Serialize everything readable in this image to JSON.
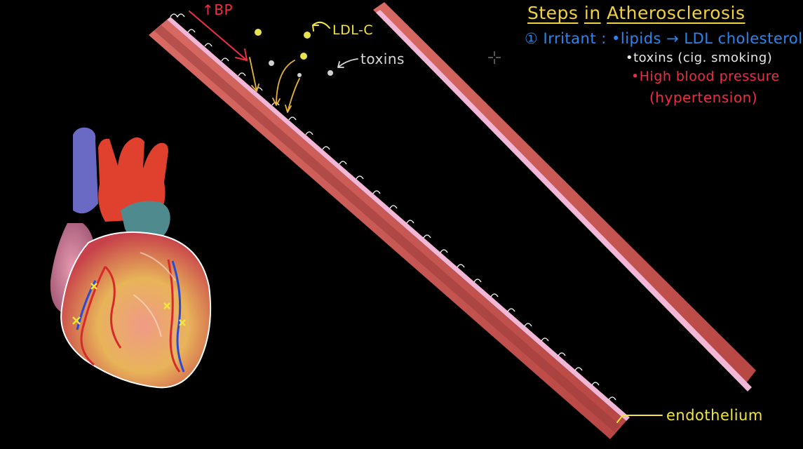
{
  "title": {
    "steps": "Steps",
    "in": "in",
    "topic": "Atherosclerosis"
  },
  "notes": {
    "line1": "① Irritant : •lipids → LDL cholesterol",
    "line2": "•toxins (cig. smoking)",
    "line3": "•High blood pressure",
    "line4": "(hypertension)"
  },
  "labels": {
    "bp": "↑BP",
    "ldl": "LDL-C",
    "toxins": "toxins",
    "endothelium": "endothelium"
  },
  "icons": {
    "heart": "heart-illustration",
    "cursor": "crosshair-cursor"
  },
  "colors": {
    "background": "#000000",
    "title": "#f0d23a",
    "irritant": "#2a86f0",
    "toxins_note": "#e8e8e8",
    "blood_pressure": "#f02c46",
    "ldl_particles": "#f2e63a",
    "toxin_particles": "#d8d8d8",
    "artery_wall": "#c9514e",
    "endothelium": "#f2b6d6"
  }
}
